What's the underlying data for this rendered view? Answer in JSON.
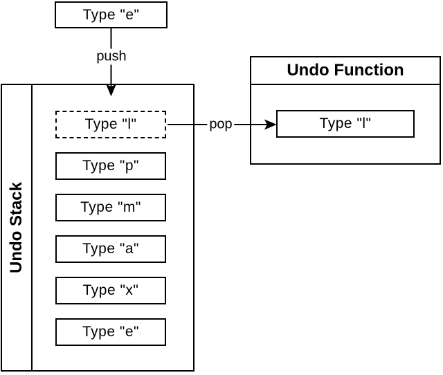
{
  "labels": {
    "push": "push",
    "pop": "pop"
  },
  "top_box": {
    "label": "Type \"e\""
  },
  "undo_stack": {
    "title": "Undo Stack",
    "items": [
      {
        "label": "Type \"l\"",
        "border": "dashed"
      },
      {
        "label": "Type \"p\"",
        "border": "solid"
      },
      {
        "label": "Type \"m\"",
        "border": "solid"
      },
      {
        "label": "Type \"a\"",
        "border": "solid"
      },
      {
        "label": "Type \"x\"",
        "border": "solid"
      },
      {
        "label": "Type \"e\"",
        "border": "solid"
      }
    ]
  },
  "undo_function": {
    "title": "Undo Function",
    "item": {
      "label": "Type \"l\""
    }
  },
  "colors": {
    "stroke": "#000000",
    "background": "#ffffff",
    "text": "#000000"
  }
}
